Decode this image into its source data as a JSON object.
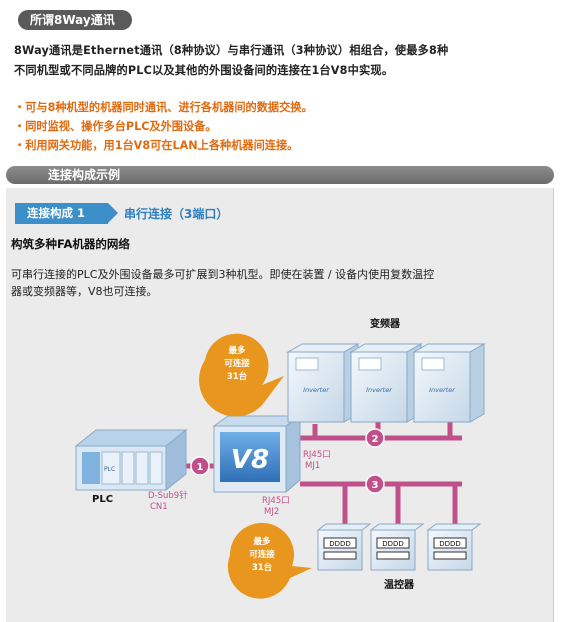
{
  "header": {
    "title": "所谓8Way通讯"
  },
  "intro": {
    "line1": "8Way通讯是Ethernet通讯（8种协议）与串行通讯（3种协议）相组合，使最多8种",
    "line2": "不同机型或不同品牌的PLC以及其他的外围设备间的连接在1台V8中实现。"
  },
  "bullets": [
    "・可与8种机型的机器同时通讯、进行各机器间的数据交换。",
    "・同时监视、操作多台PLC及外围设备。",
    "・利用网关功能，用1台V8可在LAN上各种机器间连接。"
  ],
  "section": {
    "title": "连接构成示例"
  },
  "config": {
    "tag": "连接构成 1",
    "title": "串行连接（3端口）",
    "heading": "构筑多种FA机器的网络",
    "desc_line1": "可串行连接的PLC及外围设备最多可扩展到3种机型。即使在装置 / 设备内使用复数温控",
    "desc_line2": "器或变频器等，V8也可连接。"
  },
  "diagram": {
    "inverter_label": "变频器",
    "temp_label": "温控器",
    "plc_label": "PLC",
    "plc_module_text": "PLC",
    "hmi_text": "V8",
    "inverter_text": "Inverter",
    "bubble_top": {
      "line1": "最多",
      "line2": "可连接",
      "line3": "31台"
    },
    "bubble_bottom": {
      "line1": "最多",
      "line2": "可连接",
      "line3": "31台"
    },
    "port1": {
      "line1": "D-Sub9针",
      "line2": "CN1"
    },
    "port2": {
      "line1": "RJ45口",
      "line2": "MJ1"
    },
    "port3": {
      "line1": "RJ45口",
      "line2": "MJ2"
    },
    "circles": [
      "1",
      "2",
      "3"
    ],
    "display_digits": "DDDD",
    "colors": {
      "cable": "#c0508a",
      "bubble": "#e8961e",
      "accent": "#3c8fc9"
    }
  }
}
